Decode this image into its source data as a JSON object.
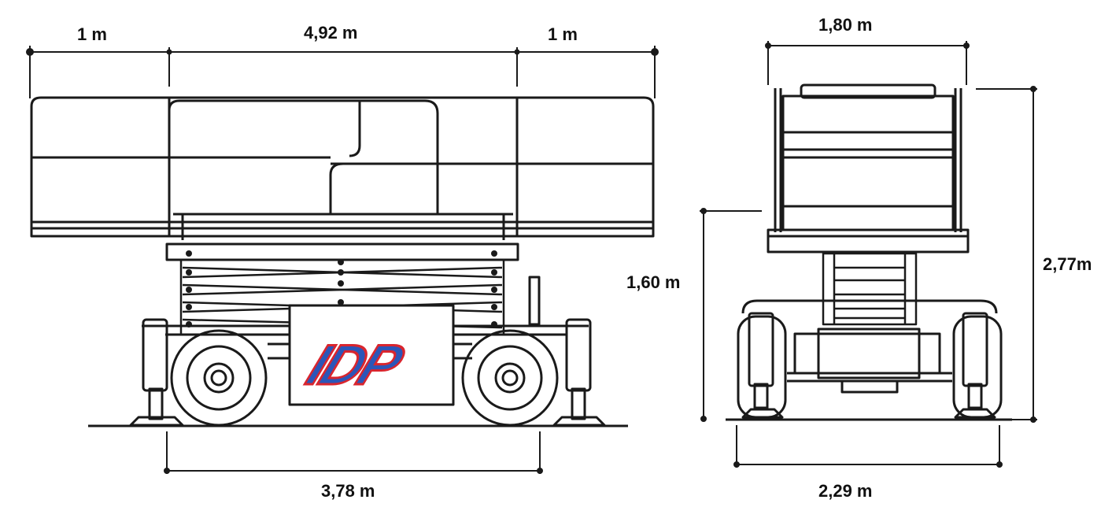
{
  "side_view": {
    "dim_left_extension": "1 m",
    "dim_platform_length": "4,92 m",
    "dim_right_extension": "1 m",
    "dim_wheelbase": "3,78 m",
    "dim_stowed_height": "1,60 m"
  },
  "front_view": {
    "dim_platform_width": "1,80 m",
    "dim_overall_height": "2,77m",
    "dim_overall_width": "2,29 m"
  },
  "logo_text": "IDP",
  "colors": {
    "line": "#1a1a1a",
    "background": "#ffffff",
    "logo_blue": "#2c56b8",
    "logo_red": "#d9252e"
  }
}
